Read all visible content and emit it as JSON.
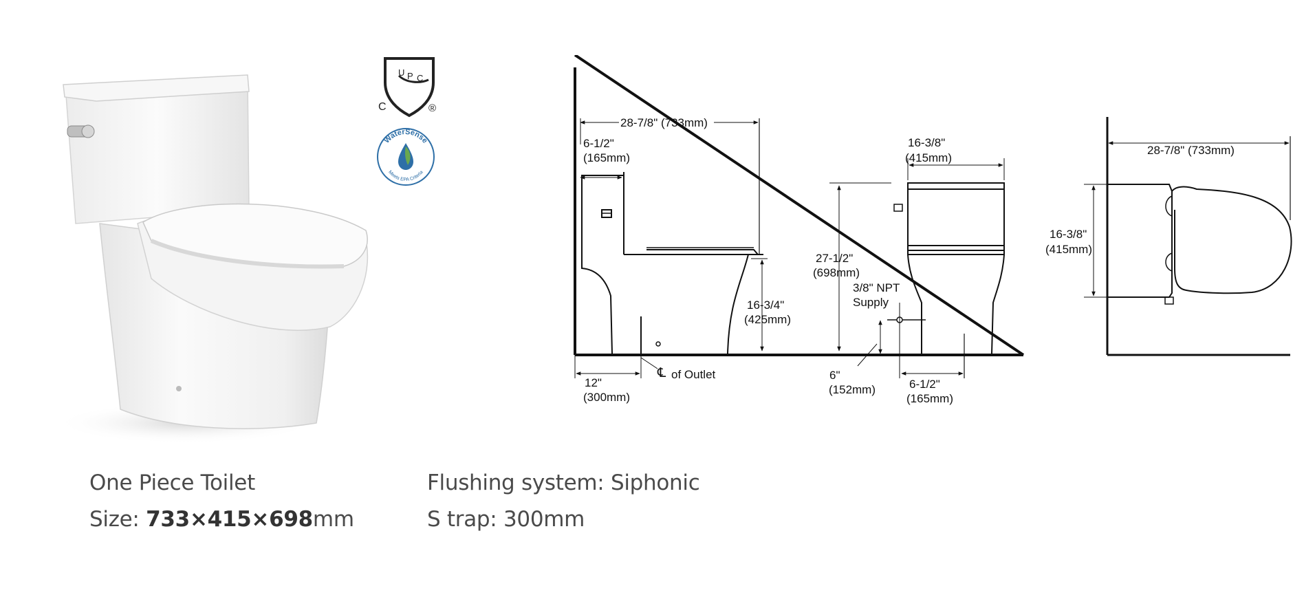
{
  "product": {
    "name": "One Piece Toilet",
    "size_label": "Size: ",
    "size_value": "733×415×698",
    "size_unit": "mm",
    "flushing": "Flushing system: Siphonic",
    "trap": "S trap: 300mm"
  },
  "certifications": {
    "upc_letters": [
      "U",
      "P",
      "C"
    ],
    "c_mark": "C",
    "registered_mark": "®",
    "watersense_top": "WaterSense",
    "watersense_bottom": "Meets EPA Criteria"
  },
  "dimensions": {
    "side_length": "28-7/8\" (733mm)",
    "tank_depth_in": "6-1/2\"",
    "tank_depth_mm": "(165mm)",
    "seat_height_in": "16-3/4\"",
    "seat_height_mm": "(425mm)",
    "rough_in_in": "12\"",
    "rough_in_mm": "(300mm)",
    "outlet_centerline": "of Outlet",
    "front_width_in": "16-3/8\"",
    "front_width_mm": "(415mm)",
    "total_height_in": "27-1/2\"",
    "total_height_mm": "(698mm)",
    "supply_line1": "3/8\" NPT",
    "supply_line2": "Supply",
    "supply_height_in": "6\"",
    "supply_height_mm": "(152mm)",
    "supply_offset_in": "6-1/2\"",
    "supply_offset_mm": "(165mm)",
    "top_length": "28-7/8\" (733mm)",
    "top_width_in": "16-3/8\"",
    "top_width_mm": "(415mm)"
  },
  "colors": {
    "line": "#111111",
    "text": "#222222",
    "spec_text": "#4a4a4a",
    "watersense_blue": "#2e6fa7",
    "watersense_green": "#6aa84f"
  }
}
